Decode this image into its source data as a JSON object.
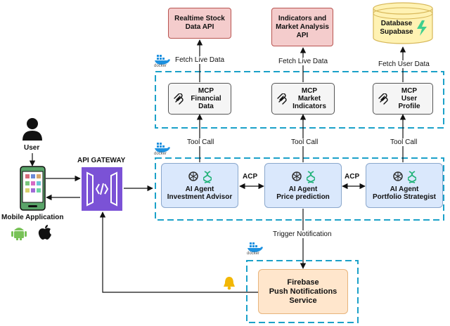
{
  "user": {
    "label": "User"
  },
  "mobile": {
    "label": "Mobile Application"
  },
  "gateway": {
    "label": "API GATEWAY"
  },
  "external": {
    "stock_api": {
      "line1": "Realtime Stock",
      "line2": "Data API"
    },
    "indicators_api": {
      "line1": "Indicators and",
      "line2": "Market Analysis",
      "line3": "API"
    },
    "database": {
      "line1": "Database",
      "line2": "Supabase"
    }
  },
  "mcp": [
    {
      "line1": "MCP",
      "line2": "Financial",
      "line3": "Data"
    },
    {
      "line1": "MCP",
      "line2": "Market",
      "line3": "Indicators"
    },
    {
      "line1": "MCP",
      "line2": "User",
      "line3": "Profile"
    }
  ],
  "agents": [
    {
      "line1": "AI Agent",
      "line2": "Investment Advisor"
    },
    {
      "line1": "AI Agent",
      "line2": "Price prediction"
    },
    {
      "line1": "AI Agent",
      "line2": "Portfolio Strategist"
    }
  ],
  "firebase": {
    "line1": "Firebase",
    "line2": "Push Notifications",
    "line3": "Service"
  },
  "edges": {
    "fetch_live_1": "Fetch Live Data",
    "fetch_live_2": "Fetch Live Data",
    "fetch_user": "Fetch User Data",
    "tool_call_1": "Tool Call",
    "tool_call_2": "Tool Call",
    "tool_call_3": "Tool Call",
    "acp_1": "ACP",
    "acp_2": "ACP",
    "trigger": "Trigger Notification"
  },
  "docker_labels": {
    "top": "docker",
    "mid": "docker",
    "bottom": "docker"
  },
  "colors": {
    "container_border": "#1ba1c9",
    "api_fill": "#f4cccc",
    "mcp_fill": "#f5f5f5",
    "agent_fill": "#dae8fc",
    "firebase_fill": "#ffe6cc",
    "gateway_fill": "#7b52d6",
    "supabase_green": "#3ecf8e",
    "db_fill": "#fff2b3"
  }
}
